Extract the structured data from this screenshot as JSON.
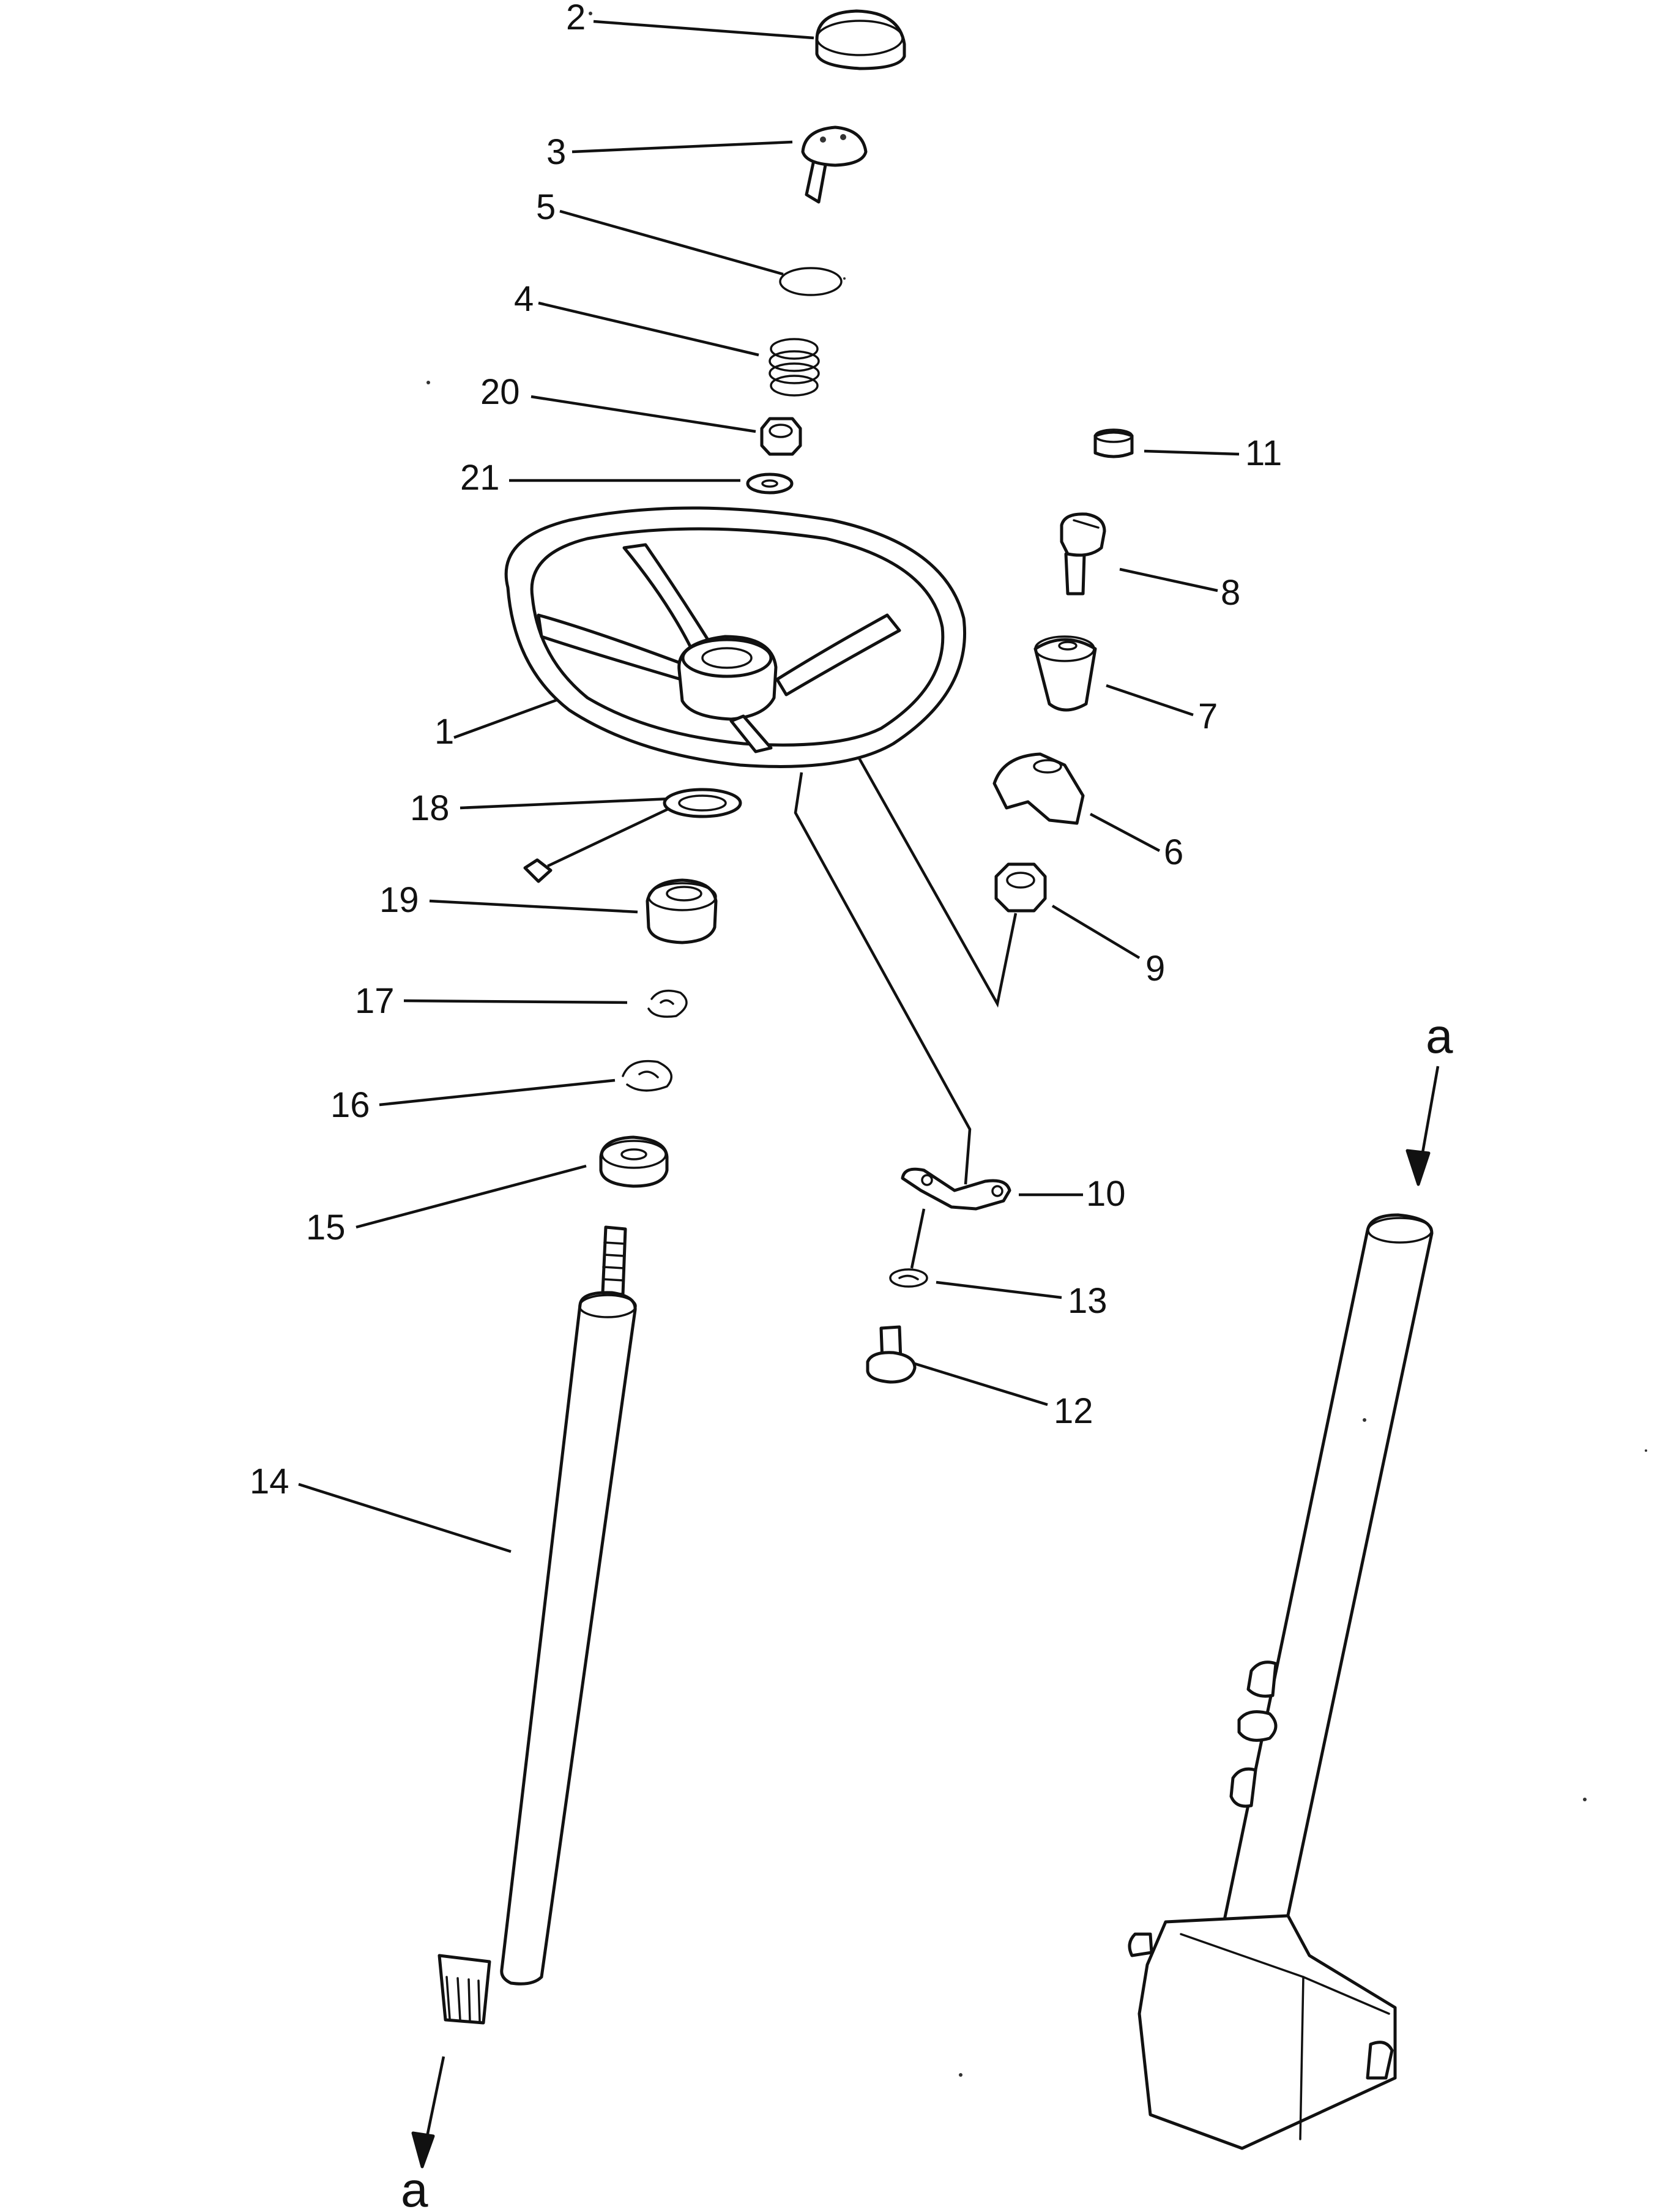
{
  "labels": {
    "p1": "1",
    "p2": "2",
    "p3": "3",
    "p4": "4",
    "p5": "5",
    "p6": "6",
    "p7": "7",
    "p8": "8",
    "p9": "9",
    "p10": "10",
    "p11": "11",
    "p12": "12",
    "p13": "13",
    "p14": "14",
    "p15": "15",
    "p16": "16",
    "p17": "17",
    "p18": "18",
    "p19": "19",
    "p20": "20",
    "p21": "21",
    "ref_top": "a",
    "ref_bottom": "a"
  }
}
